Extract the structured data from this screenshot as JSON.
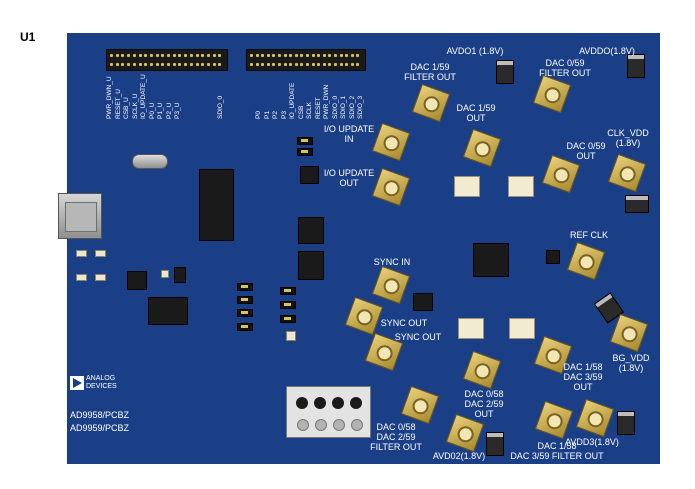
{
  "figure_label": "U1",
  "board": {
    "brand_line1": "ANALOG",
    "brand_line2": "DEVICES",
    "model_line1": "AD9958/PCBZ",
    "model_line2": "AD9959/PCBZ"
  },
  "header_left_pins": [
    "PWR_DWN_U",
    "RESET_U",
    "CSB_U",
    "SCLK_U",
    "IO_UPDATE_U",
    "P0_U",
    "P1_U",
    "P2_U",
    "P3_U"
  ],
  "header_left_far_pin": "SDIO_0",
  "header_right_pins": [
    "P0",
    "P1",
    "P2",
    "P3",
    "IO_UPDATE",
    "CSB",
    "SCLK",
    "RESET",
    "PWR_DWN",
    "SDIO_0",
    "SDIO_1",
    "SDIO_2",
    "SDIO_3"
  ],
  "labels": {
    "dac159_filter": "DAC 1/59\nFILTER OUT",
    "avdd01": "AVDO1 (1.8V)",
    "dac059_filter": "DAC 0/59\nFILTER OUT",
    "avddo": "AVDDO(1.8V)",
    "dac159_out": "DAC 1/59\nOUT",
    "io_update_in": "I/O UPDATE\nIN",
    "clk_vdd": "CLK_VDD\n(1.8V)",
    "dac059_out": "DAC 0/59\nOUT",
    "io_update_out": "I/O UPDATE\nOUT",
    "ref_clk": "REF CLK",
    "sync_in": "SYNC IN",
    "sync_out_1": "SYNC OUT",
    "sync_out_2": "SYNC OUT",
    "bg_vdd": "BG_VDD\n(1.8V)",
    "dac158_359_out": "DAC 1/58\nDAC 3/59\nOUT",
    "dac058_259_out": "DAC 0/58\nDAC 2/59\nOUT",
    "dac058_259_filter": "DAC 0/58\nDAC 2/59\nFILTER OUT",
    "avdd3": "AVDD3(1.8V)",
    "avdd2": "AVD02(1.8V)",
    "dac158_359_filter": "DAC 1/58\nDAC 3/59 FILTER OUT"
  }
}
